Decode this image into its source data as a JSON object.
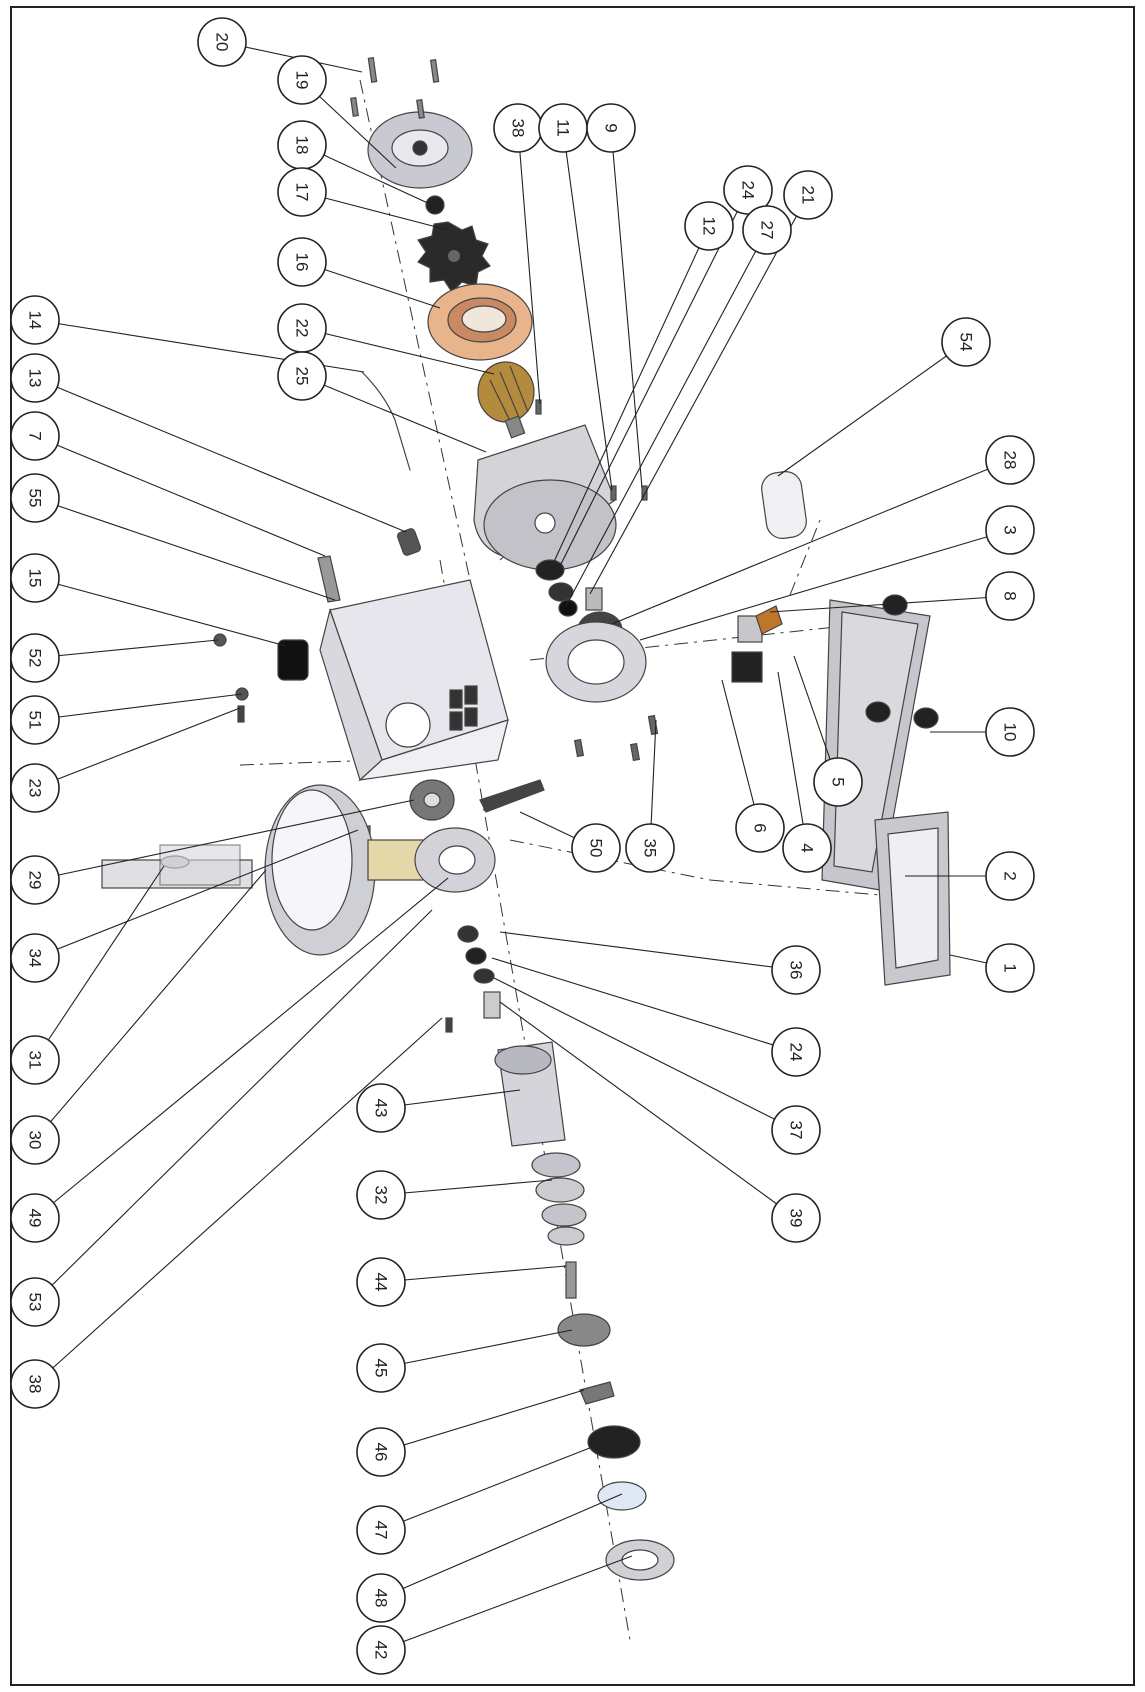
{
  "diagram": {
    "callouts": [
      {
        "label": "20"
      },
      {
        "label": "19"
      },
      {
        "label": "18"
      },
      {
        "label": "17"
      },
      {
        "label": "16"
      },
      {
        "label": "22"
      },
      {
        "label": "25"
      },
      {
        "label": "14"
      },
      {
        "label": "13"
      },
      {
        "label": "7"
      },
      {
        "label": "55"
      },
      {
        "label": "15"
      },
      {
        "label": "52"
      },
      {
        "label": "51"
      },
      {
        "label": "23"
      },
      {
        "label": "29"
      },
      {
        "label": "34"
      },
      {
        "label": "31"
      },
      {
        "label": "30"
      },
      {
        "label": "49"
      },
      {
        "label": "53"
      },
      {
        "label": "38"
      },
      {
        "label": "43"
      },
      {
        "label": "32"
      },
      {
        "label": "44"
      },
      {
        "label": "45"
      },
      {
        "label": "46"
      },
      {
        "label": "47"
      },
      {
        "label": "48"
      },
      {
        "label": "42"
      },
      {
        "label": "38"
      },
      {
        "label": "11"
      },
      {
        "label": "9"
      },
      {
        "label": "24"
      },
      {
        "label": "21"
      },
      {
        "label": "12"
      },
      {
        "label": "27"
      },
      {
        "label": "54"
      },
      {
        "label": "28"
      },
      {
        "label": "3"
      },
      {
        "label": "8"
      },
      {
        "label": "10"
      },
      {
        "label": "2"
      },
      {
        "label": "5"
      },
      {
        "label": "4"
      },
      {
        "label": "6"
      },
      {
        "label": "35"
      },
      {
        "label": "50"
      },
      {
        "label": "1"
      },
      {
        "label": "36"
      },
      {
        "label": "24"
      },
      {
        "label": "37"
      },
      {
        "label": "39"
      }
    ]
  }
}
